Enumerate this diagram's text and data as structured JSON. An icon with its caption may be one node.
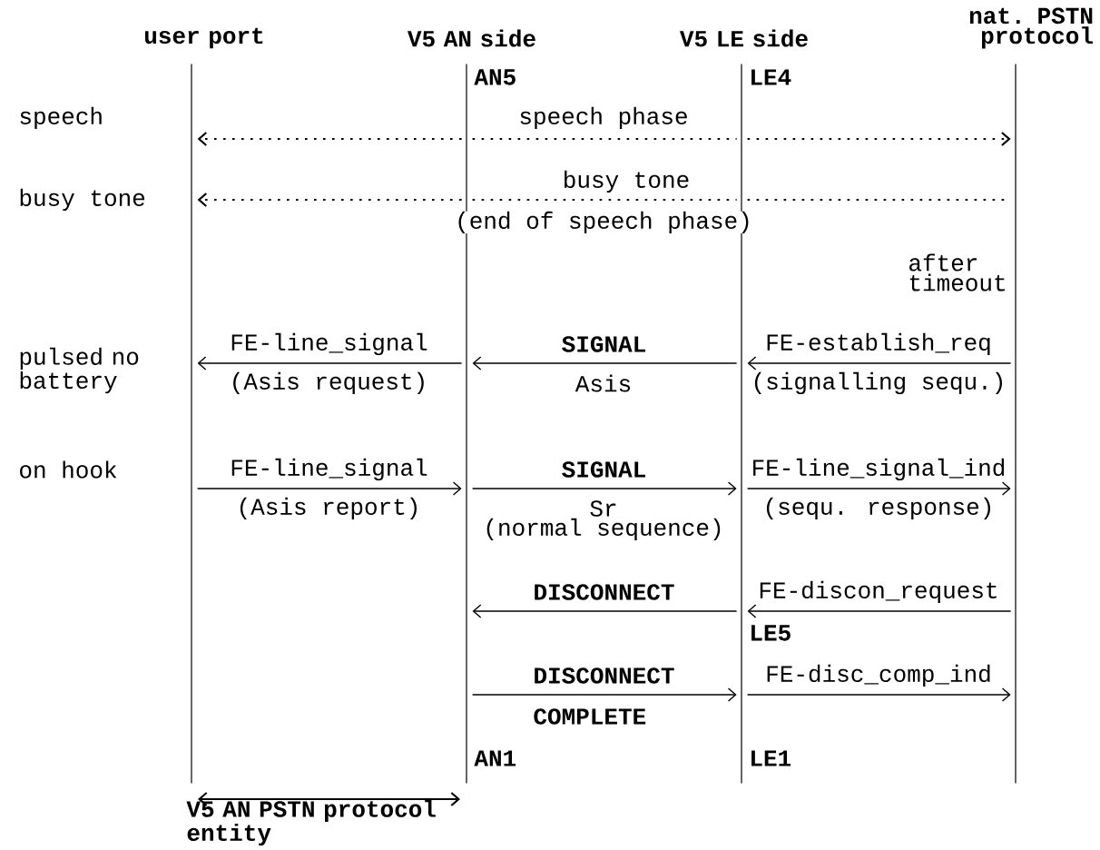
{
  "diagram": {
    "nodes": [
      {
        "text": [
          "user port"
        ]
      },
      {
        "text": [
          "V5 AN side"
        ]
      },
      {
        "text": [
          "V5 LE side"
        ]
      },
      {
        "text": [
          "nat. PSTN protocol"
        ]
      }
    ],
    "edges": [
      {
        "from": 1,
        "to": 0,
        "arrow": "to",
        "style": "dashed"
      },
      {
        "from": 1,
        "to": 2,
        "arrow": "none",
        "style": "dashed",
        "label": "speech phase"
      },
      {
        "from": 2,
        "to": 3,
        "arrow": "to",
        "style": "dashed"
      },
      {
        "from": 1,
        "to": 0,
        "arrow": "to",
        "style": "dashed"
      },
      {
        "from": 1,
        "to": 2,
        "arrow": "none",
        "style": "dashed",
        "label": "busy tone"
      },
      {
        "from": 2,
        "to": 3,
        "arrow": "none",
        "style": "dashed"
      },
      {
        "from": 1,
        "to": 0,
        "arrow": "to",
        "label": "FE-line_signal"
      },
      {
        "from": 2,
        "to": 1,
        "arrow": "to",
        "label": "SIGNAL"
      },
      {
        "from": 3,
        "to": 2,
        "arrow": "to",
        "label": "FE-establish_req"
      },
      {
        "from": 0,
        "to": 1,
        "arrow": "to",
        "label": "FE-line_signal"
      },
      {
        "from": 1,
        "to": 2,
        "arrow": "to",
        "label": "SIGNAL"
      },
      {
        "from": 2,
        "to": 3,
        "arrow": "to",
        "label": "FE-line_signal_ind"
      },
      {
        "from": 2,
        "to": 1,
        "arrow": "to",
        "label": "DISCONNECT"
      },
      {
        "from": 3,
        "to": 2,
        "arrow": "to",
        "label": "FE-discon_request"
      },
      {
        "from": 1,
        "to": 2,
        "arrow": "to",
        "label": "DISCONNECT"
      },
      {
        "from": 2,
        "to": 3,
        "arrow": "to",
        "label": "FE-disc_comp_ind"
      }
    ],
    "labels": [
      "AN5",
      "LE4",
      "speech",
      "busy tone",
      "(end of speech phase)",
      "after timeout",
      "pulsed no battery",
      "(Asis request)",
      "Asis",
      "(signalling sequ.)",
      "on hook",
      "(Asis report)",
      "Sr",
      "(normal sequence)",
      "(sequ. response)",
      "LE5",
      "COMPLETE",
      "AN1",
      "LE1",
      "V5 AN PSTN protocol entity"
    ]
  }
}
